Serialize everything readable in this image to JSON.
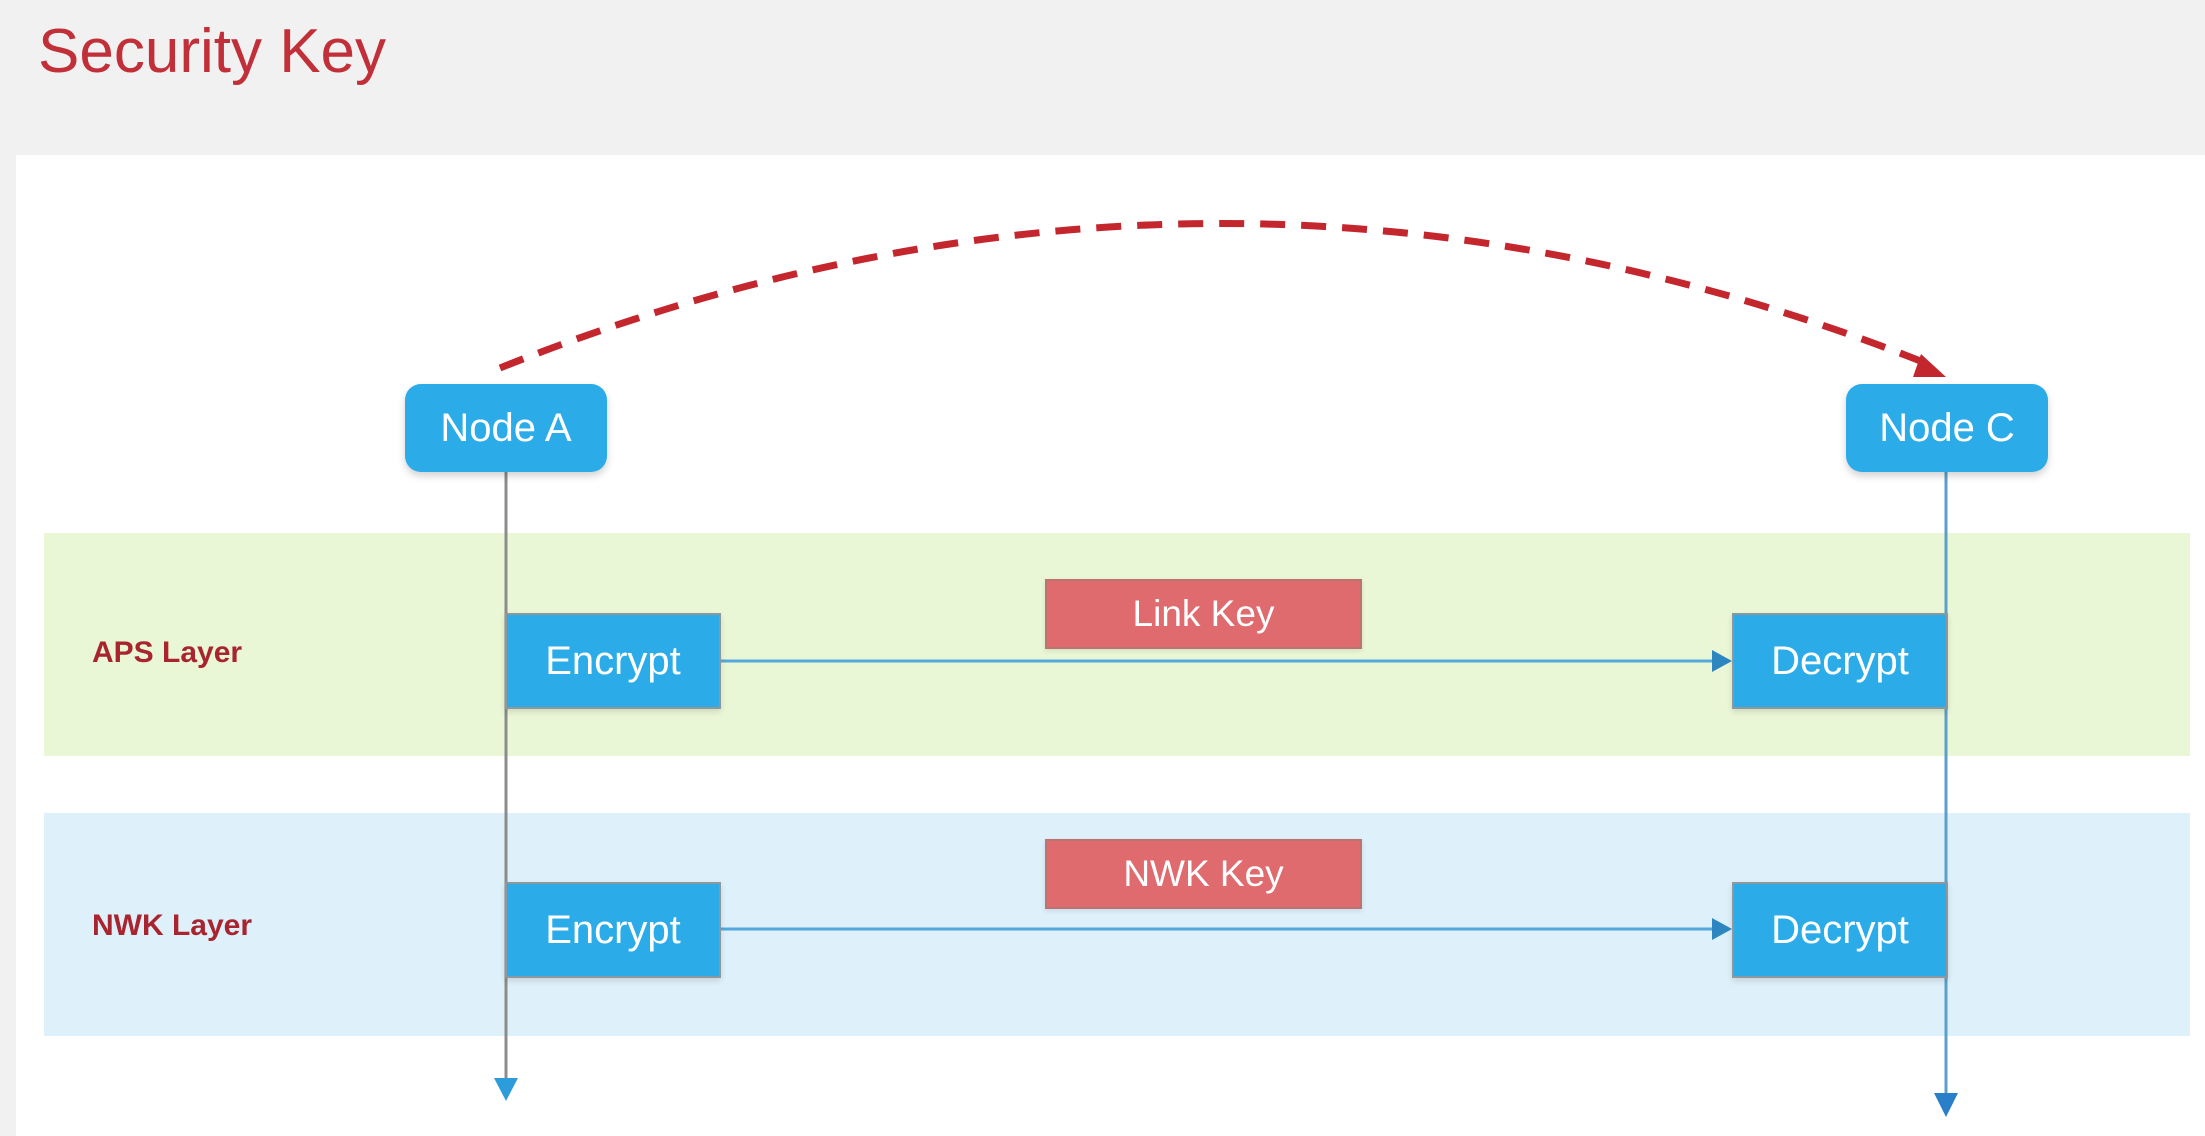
{
  "title": "Security Key",
  "colors": {
    "header_bg": "#f1f1f1",
    "canvas_bg": "#ffffff",
    "title_red": "#c12f38",
    "layer_label_red": "#a8242f",
    "node_blue": "#2bace9",
    "key_salmon": "#e06b6f",
    "aps_band_green": "#eaf7d6",
    "nwk_band_blue": "#def0fa",
    "dashed_arrow_red": "#c4262e",
    "connector_blue": "#54a8de",
    "arrowhead_blue": "#2e86c1",
    "lifeline_gray": "#8c8c8c"
  },
  "diagram": {
    "nodes": [
      {
        "id": "node-a",
        "label": "Node A"
      },
      {
        "id": "node-c",
        "label": "Node C"
      }
    ],
    "layers": [
      {
        "id": "aps",
        "label": "APS Layer",
        "key_label": "Link Key",
        "sender_label": "Encrypt",
        "receiver_label": "Decrypt"
      },
      {
        "id": "nwk",
        "label": "NWK Layer",
        "key_label": "NWK Key",
        "sender_label": "Encrypt",
        "receiver_label": "Decrypt"
      }
    ]
  }
}
